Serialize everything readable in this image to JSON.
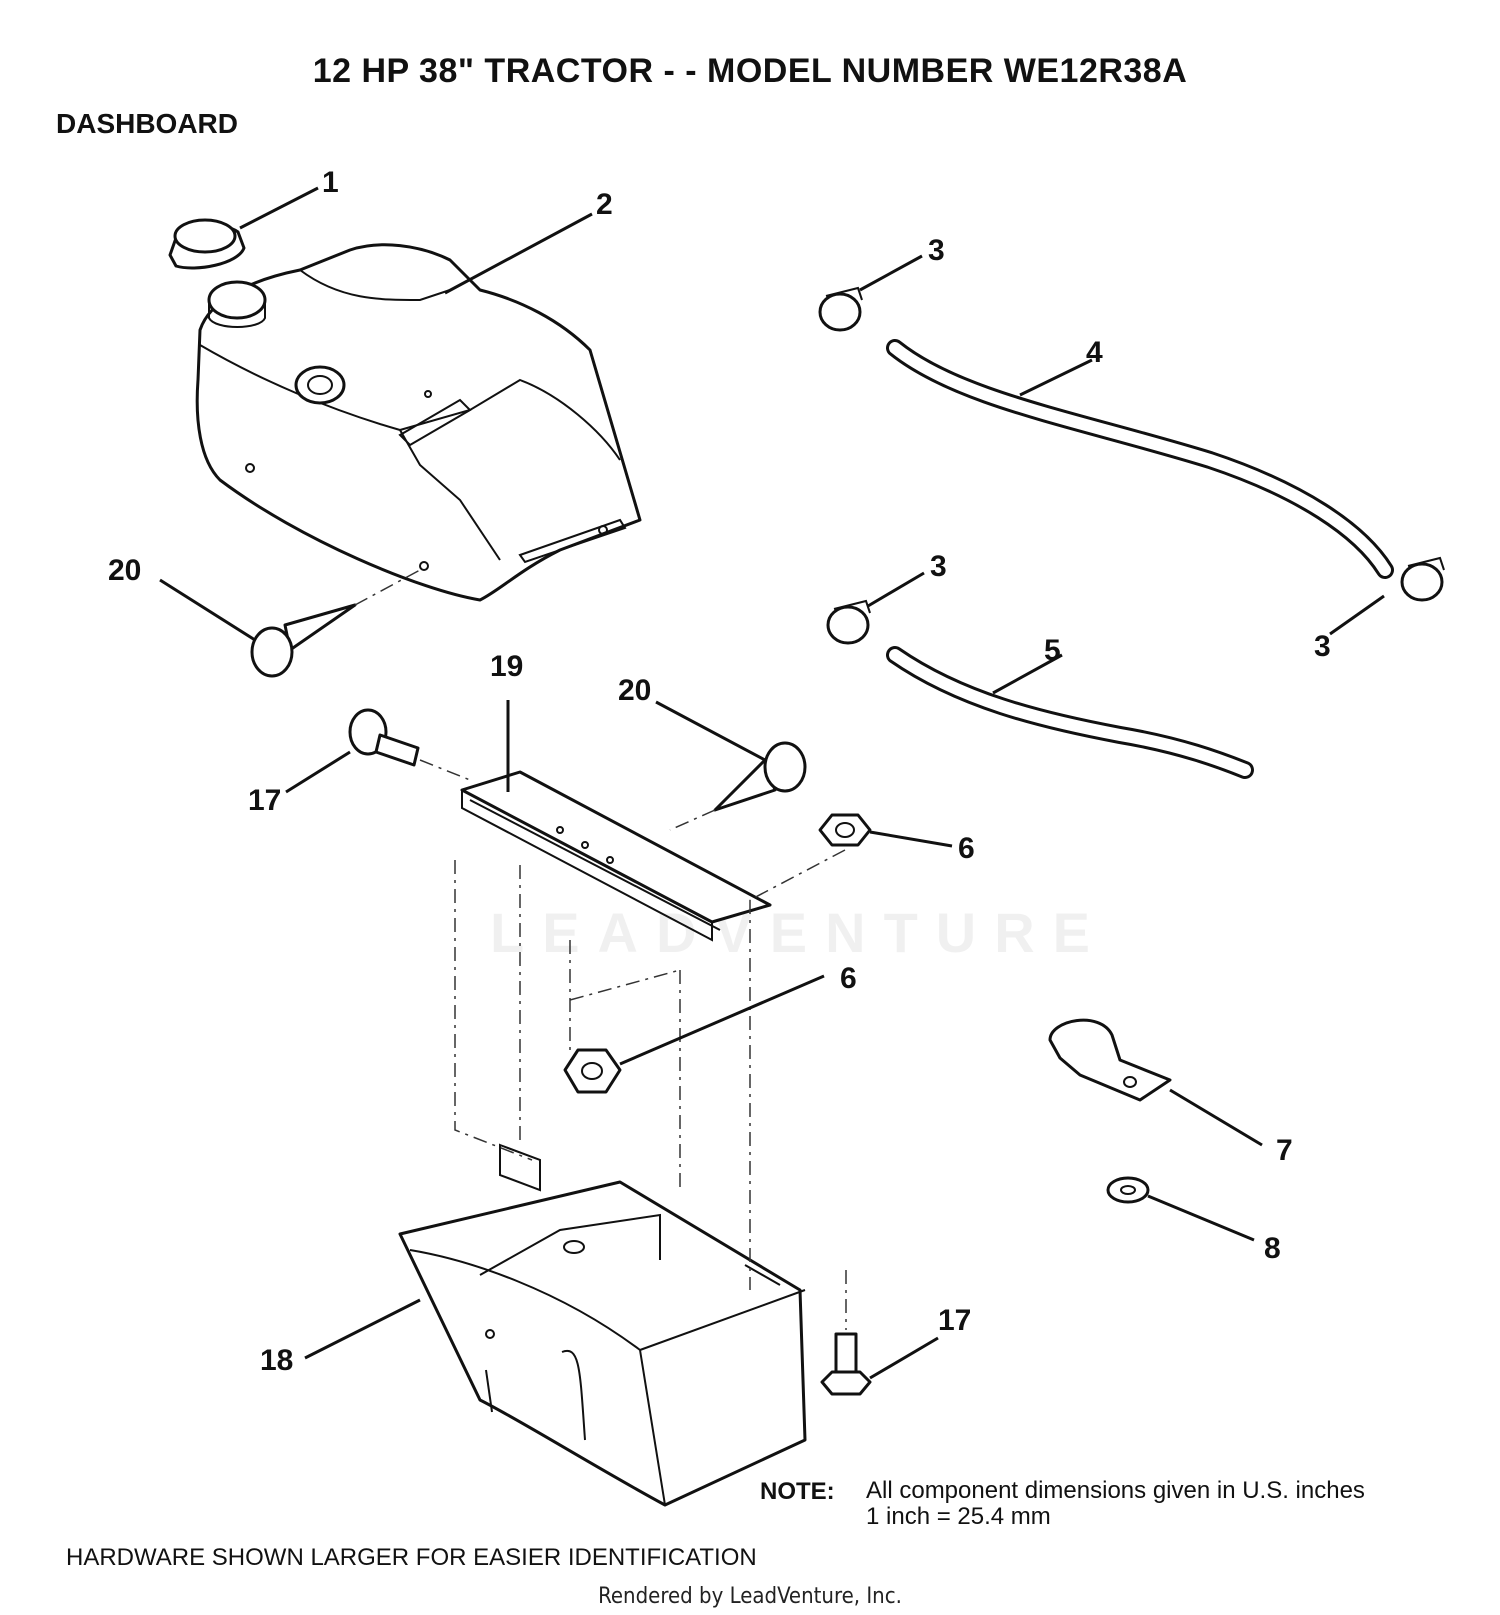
{
  "header": {
    "title": "12 HP 38\" TRACTOR - - MODEL NUMBER WE12R38A",
    "section": "DASHBOARD"
  },
  "callouts": {
    "c1": "1",
    "c2": "2",
    "c3a": "3",
    "c3b": "3",
    "c3c": "3",
    "c4": "4",
    "c5": "5",
    "c6a": "6",
    "c6b": "6",
    "c7": "7",
    "c8": "8",
    "c17a": "17",
    "c17b": "17",
    "c18": "18",
    "c19": "19",
    "c20a": "20",
    "c20b": "20"
  },
  "note": {
    "label": "NOTE:",
    "line1": "All component dimensions given in U.S. inches",
    "line2": "1 inch = 25.4 mm"
  },
  "footer": {
    "hardware_note": "HARDWARE SHOWN LARGER FOR EASIER IDENTIFICATION",
    "credit": "Rendered by LeadVenture, Inc.",
    "watermark": "LEADVENTURE"
  }
}
